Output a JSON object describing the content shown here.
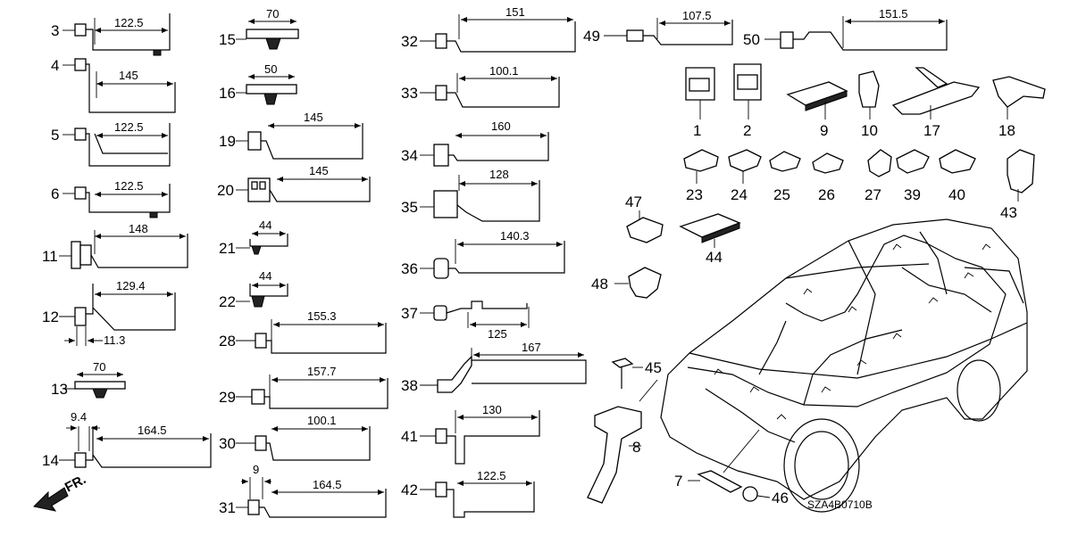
{
  "figure_code": "SZA4B0710B",
  "direction_label": "FR.",
  "parts": [
    {
      "id": "p3",
      "num": "3",
      "dim": "122.5"
    },
    {
      "id": "p4",
      "num": "4",
      "dim": "145"
    },
    {
      "id": "p5",
      "num": "5",
      "dim": "122.5"
    },
    {
      "id": "p6",
      "num": "6",
      "dim": "122.5"
    },
    {
      "id": "p11",
      "num": "11",
      "dim": "148"
    },
    {
      "id": "p12",
      "num": "12",
      "dim": "129.4",
      "dim2": "11.3"
    },
    {
      "id": "p13",
      "num": "13",
      "dim": "70"
    },
    {
      "id": "p14",
      "num": "14",
      "dim": "164.5",
      "dim2": "9.4"
    },
    {
      "id": "p15",
      "num": "15",
      "dim": "70"
    },
    {
      "id": "p16",
      "num": "16",
      "dim": "50"
    },
    {
      "id": "p19",
      "num": "19",
      "dim": "145"
    },
    {
      "id": "p20",
      "num": "20",
      "dim": "145"
    },
    {
      "id": "p21",
      "num": "21",
      "dim": "44"
    },
    {
      "id": "p22",
      "num": "22",
      "dim": "44"
    },
    {
      "id": "p28",
      "num": "28",
      "dim": "155.3"
    },
    {
      "id": "p29",
      "num": "29",
      "dim": "157.7"
    },
    {
      "id": "p30",
      "num": "30",
      "dim": "100.1"
    },
    {
      "id": "p31",
      "num": "31",
      "dim": "164.5",
      "dim2": "9"
    },
    {
      "id": "p32",
      "num": "32",
      "dim": "151"
    },
    {
      "id": "p33",
      "num": "33",
      "dim": "100.1"
    },
    {
      "id": "p34",
      "num": "34",
      "dim": "160"
    },
    {
      "id": "p35",
      "num": "35",
      "dim": "128"
    },
    {
      "id": "p36",
      "num": "36",
      "dim": "140.3"
    },
    {
      "id": "p37",
      "num": "37",
      "dim": "125"
    },
    {
      "id": "p38",
      "num": "38",
      "dim": "167"
    },
    {
      "id": "p41",
      "num": "41",
      "dim": "130"
    },
    {
      "id": "p42",
      "num": "42",
      "dim": "122.5"
    },
    {
      "id": "p49",
      "num": "49",
      "dim": "107.5"
    },
    {
      "id": "p50",
      "num": "50",
      "dim": "151.5"
    },
    {
      "id": "p1",
      "num": "1"
    },
    {
      "id": "p2",
      "num": "2"
    },
    {
      "id": "p9",
      "num": "9"
    },
    {
      "id": "p10",
      "num": "10"
    },
    {
      "id": "p17",
      "num": "17"
    },
    {
      "id": "p18",
      "num": "18"
    },
    {
      "id": "p23",
      "num": "23"
    },
    {
      "id": "p24",
      "num": "24"
    },
    {
      "id": "p25",
      "num": "25"
    },
    {
      "id": "p26",
      "num": "26"
    },
    {
      "id": "p27",
      "num": "27"
    },
    {
      "id": "p39",
      "num": "39"
    },
    {
      "id": "p40",
      "num": "40"
    },
    {
      "id": "p43",
      "num": "43"
    },
    {
      "id": "p47",
      "num": "47"
    },
    {
      "id": "p44",
      "num": "44"
    },
    {
      "id": "p48",
      "num": "48"
    },
    {
      "id": "p45",
      "num": "45"
    },
    {
      "id": "p8",
      "num": "8"
    },
    {
      "id": "p7",
      "num": "7"
    },
    {
      "id": "p46",
      "num": "46"
    }
  ]
}
